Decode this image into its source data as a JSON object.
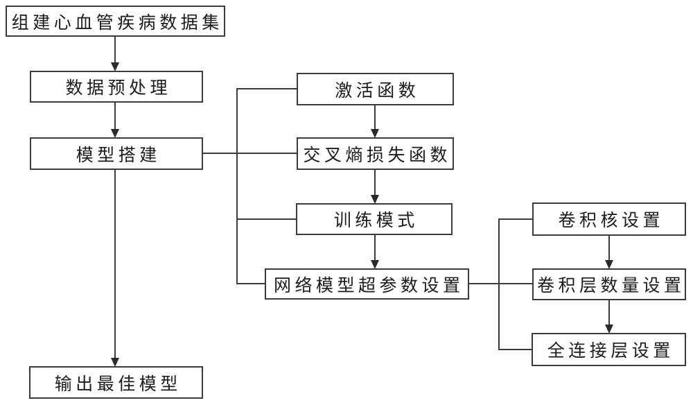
{
  "diagram": {
    "title": "CNN model building flowchart for cardiovascular disease",
    "background_color": "#ffffff",
    "line_color": "#3a3a3a",
    "box_border_color": "#3a3a3a",
    "text_color": "#1b1b1b",
    "nodes": [
      {
        "id": "dataset",
        "label": "组建心血管疾病数据集"
      },
      {
        "id": "preprocess",
        "label": "数据预处理"
      },
      {
        "id": "model-build",
        "label": "模型搭建"
      },
      {
        "id": "activation",
        "label": "激活函数"
      },
      {
        "id": "cross-entropy",
        "label": "交叉熵损失函数"
      },
      {
        "id": "training-mode",
        "label": "训练模式"
      },
      {
        "id": "hyperparams",
        "label": "网络模型超参数设置"
      },
      {
        "id": "conv-kernel",
        "label": "卷积核设置"
      },
      {
        "id": "conv-layers",
        "label": "卷积层数量设置"
      },
      {
        "id": "fc-layer",
        "label": "全连接层设置"
      },
      {
        "id": "output-model",
        "label": "输出最佳模型"
      }
    ],
    "edges": [
      {
        "from": "dataset",
        "to": "preprocess",
        "type": "arrow"
      },
      {
        "from": "preprocess",
        "to": "model-build",
        "type": "arrow"
      },
      {
        "from": "model-build",
        "to": "output-model",
        "type": "arrow"
      },
      {
        "from": "activation",
        "to": "cross-entropy",
        "type": "arrow"
      },
      {
        "from": "cross-entropy",
        "to": "training-mode",
        "type": "arrow"
      },
      {
        "from": "training-mode",
        "to": "hyperparams",
        "type": "arrow"
      },
      {
        "from": "conv-kernel",
        "to": "conv-layers",
        "type": "arrow"
      },
      {
        "from": "conv-layers",
        "to": "fc-layer",
        "type": "arrow"
      },
      {
        "from": "model-build",
        "to": "activation",
        "type": "branch-line"
      },
      {
        "from": "model-build",
        "to": "cross-entropy",
        "type": "branch-line"
      },
      {
        "from": "model-build",
        "to": "training-mode",
        "type": "branch-line"
      },
      {
        "from": "model-build",
        "to": "hyperparams",
        "type": "branch-line"
      },
      {
        "from": "hyperparams",
        "to": "conv-kernel",
        "type": "branch-line"
      },
      {
        "from": "hyperparams",
        "to": "conv-layers",
        "type": "branch-line"
      },
      {
        "from": "hyperparams",
        "to": "fc-layer",
        "type": "branch-line"
      }
    ]
  }
}
